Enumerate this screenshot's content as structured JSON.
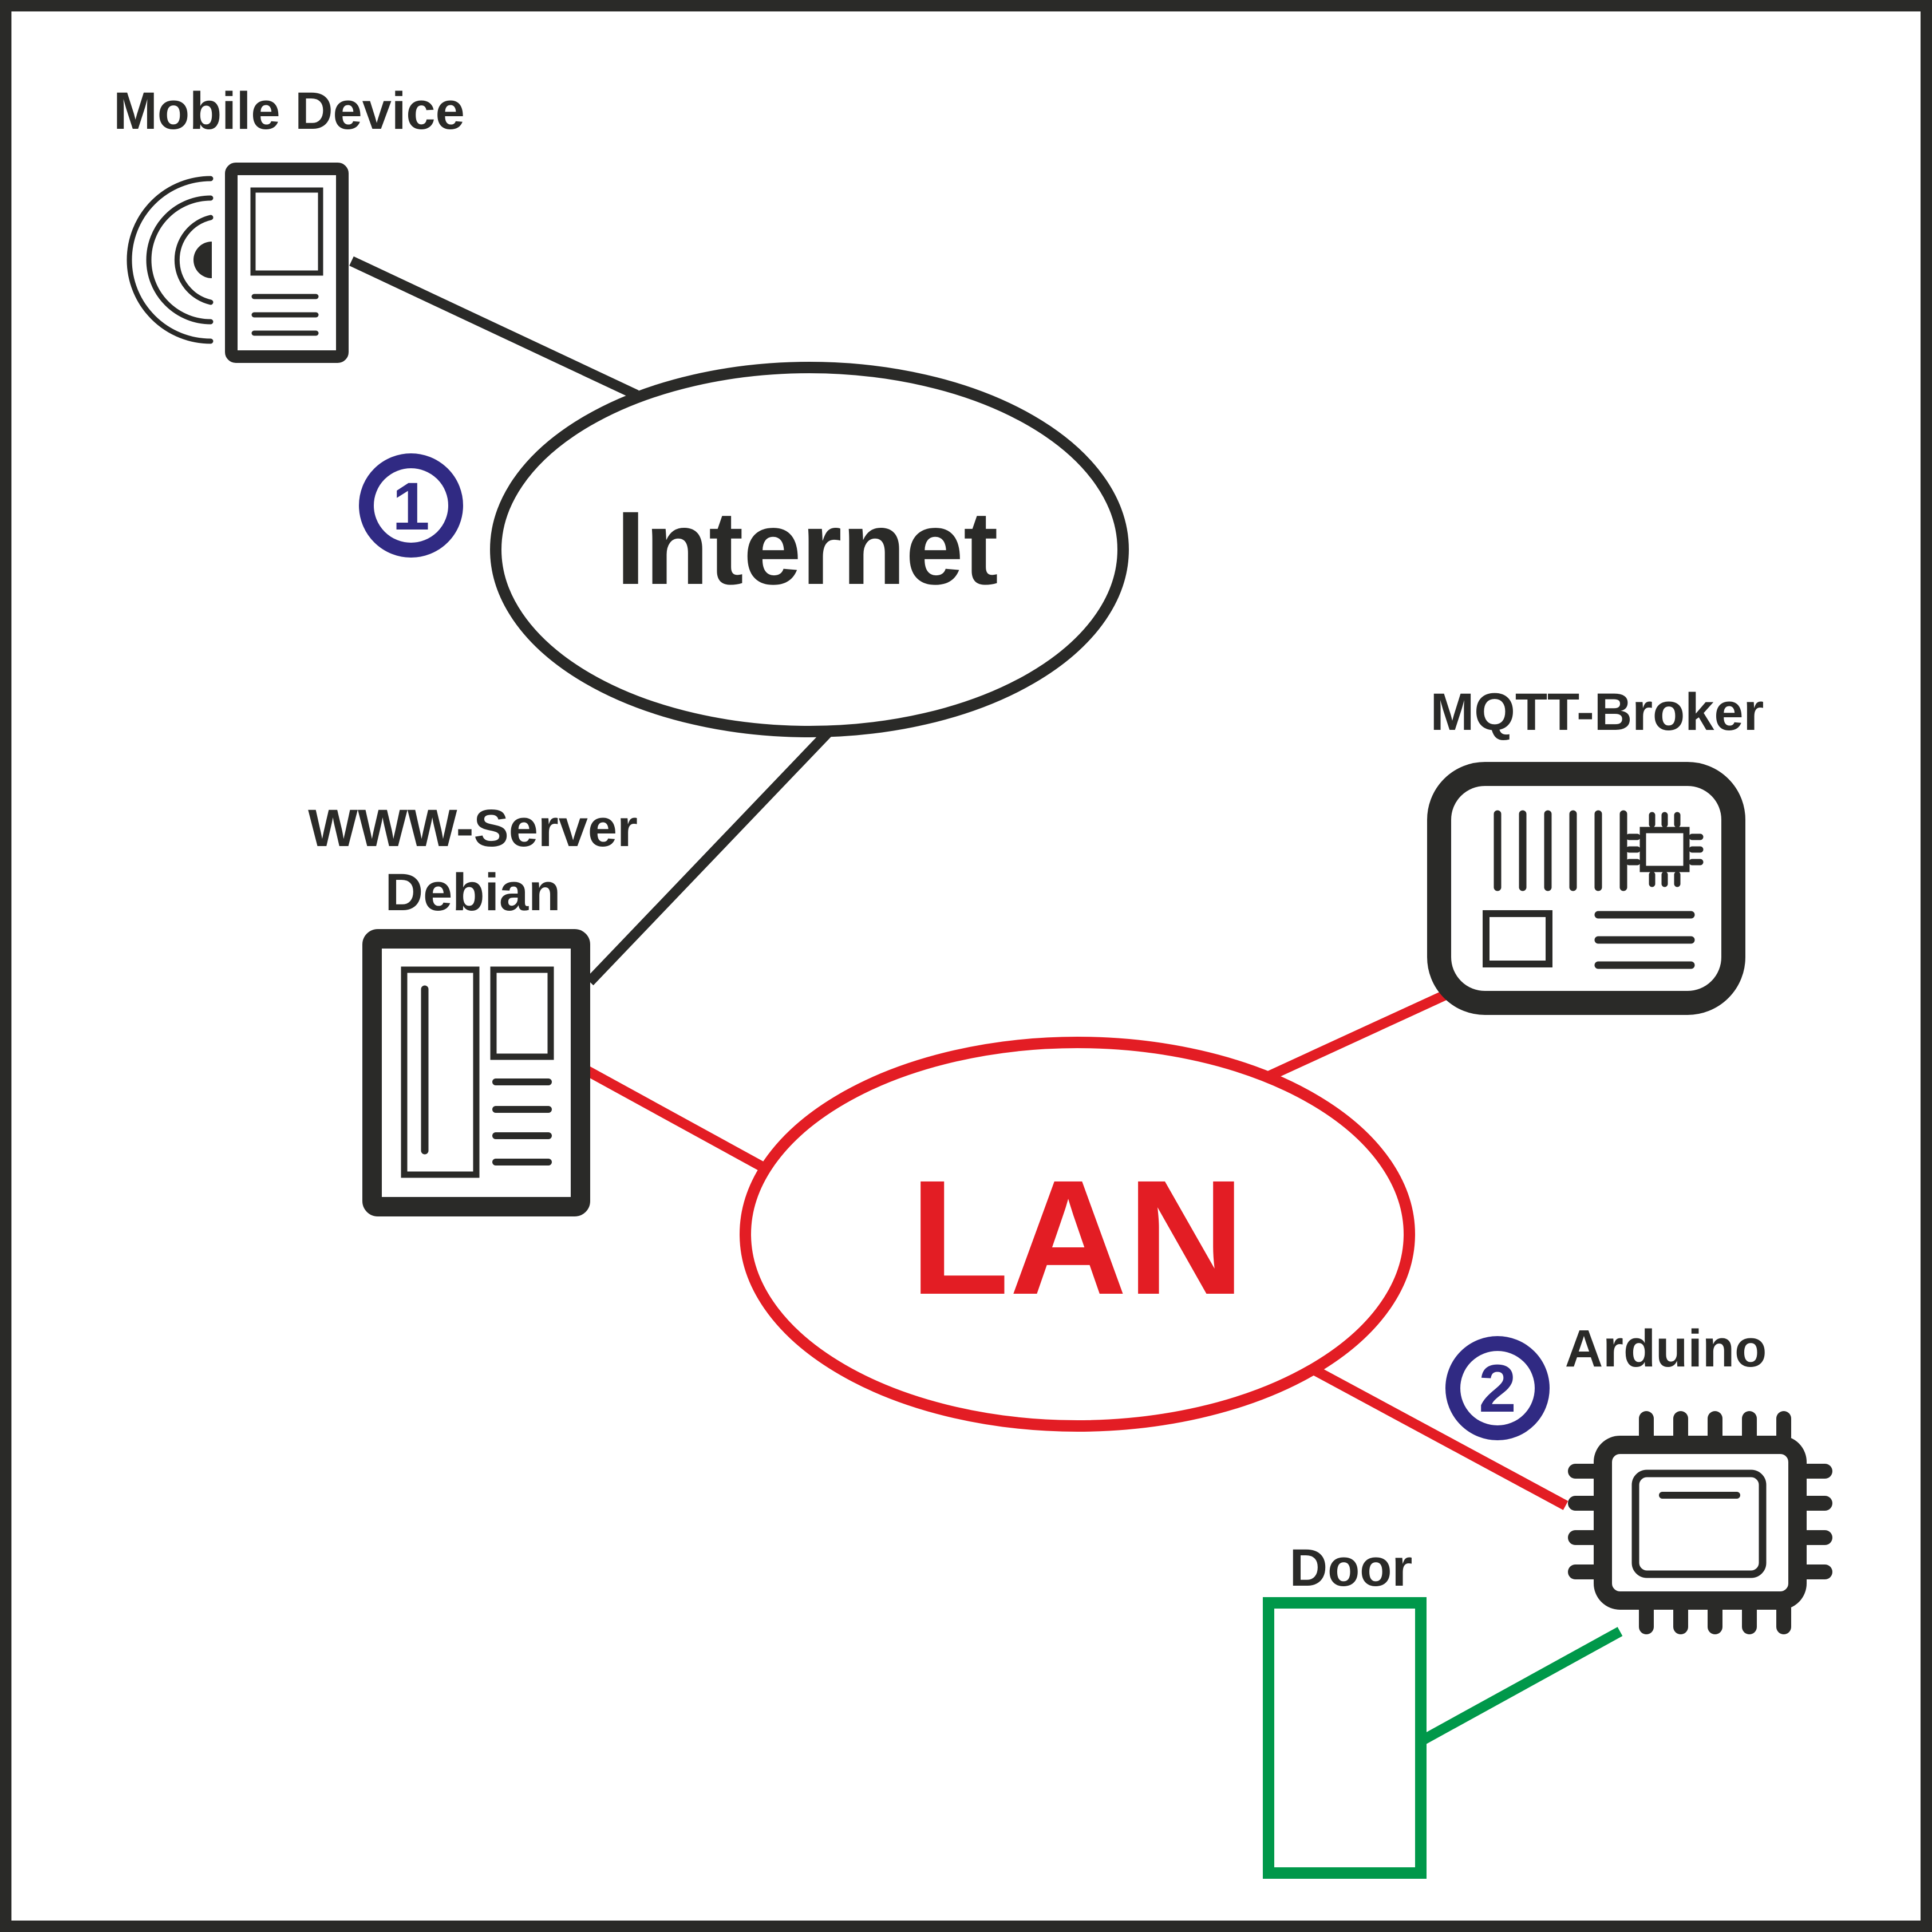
{
  "labels": {
    "mobile_device": "Mobile Device",
    "internet": "Internet",
    "www_server_line1": "WWW-Server",
    "www_server_line2": "Debian",
    "mqtt_broker": "MQTT-Broker",
    "lan": "LAN",
    "arduino": "Arduino",
    "door": "Door"
  },
  "markers": {
    "step1": "1",
    "step2": "2"
  },
  "colors": {
    "dark": "#2a2a28",
    "lan_red": "#e31d24",
    "door_green": "#00984a",
    "marker_blue": "#302a83",
    "background": "#ffffff"
  }
}
